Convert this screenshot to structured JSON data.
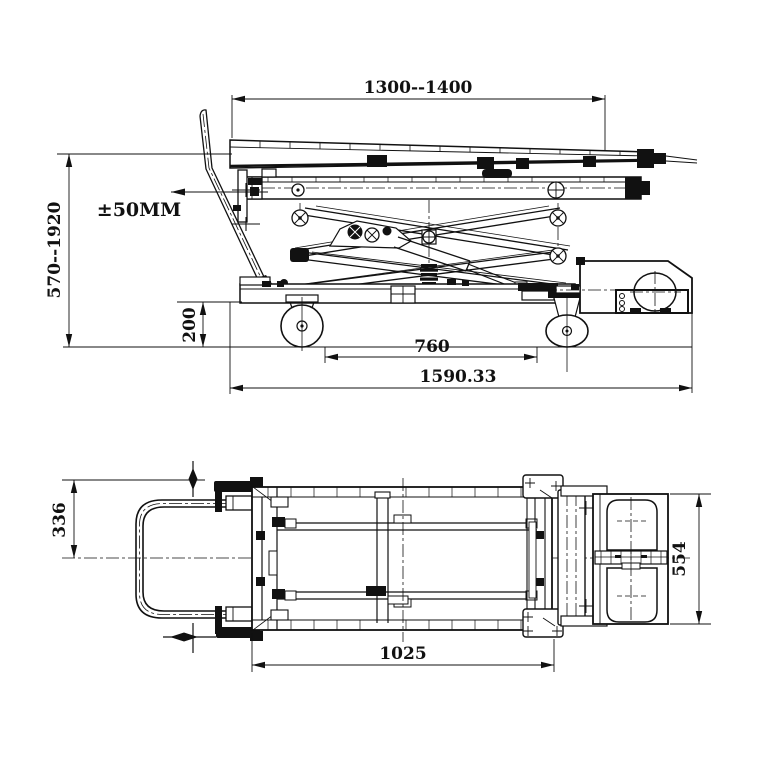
{
  "drawing": {
    "subject": "scissor lift trolley engineering drawing, two orthographic views",
    "line_color": "#111111",
    "background_color": "#ffffff"
  },
  "side_view": {
    "platform_length_range": "1300--1400",
    "lift_height_range": "570--1920",
    "platform_tolerance": "±50MM",
    "lowered_clearance": "200",
    "wheelbase": "760",
    "overall_length": "1590.33"
  },
  "plan_view": {
    "handle_offset": "336",
    "frame_length": "1025",
    "overall_width": "554"
  }
}
